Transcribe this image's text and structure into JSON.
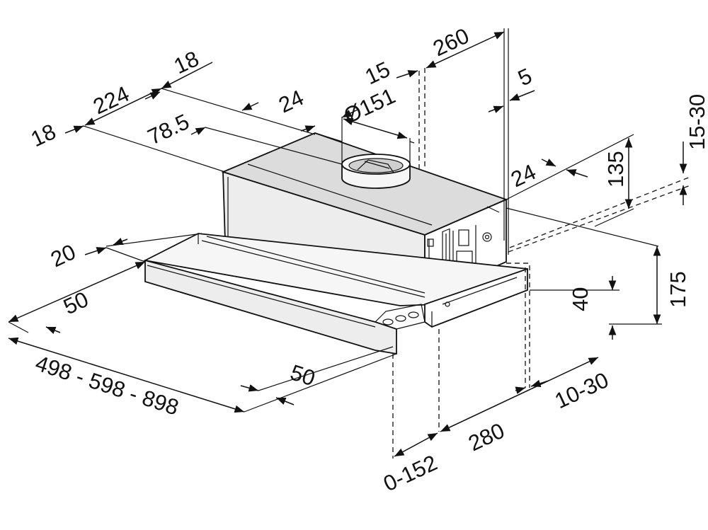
{
  "labels": {
    "dim_18_left": "18",
    "dim_224": "224",
    "dim_18_top": "18",
    "dim_78_5": "78.5",
    "dim_24_top": "24",
    "dim_dia151": "Ø151",
    "dim_15_top": "15",
    "dim_260": "260",
    "dim_5": "5",
    "dim_15_30": "15-30",
    "dim_135": "135",
    "dim_24_right": "24",
    "dim_175": "175",
    "dim_40": "40",
    "dim_20": "20",
    "dim_50_left": "50",
    "dim_width": "498 - 598 - 898",
    "dim_50_front": "50",
    "dim_10_30": "10-30",
    "dim_280": "280",
    "dim_0_152": "0-152"
  }
}
